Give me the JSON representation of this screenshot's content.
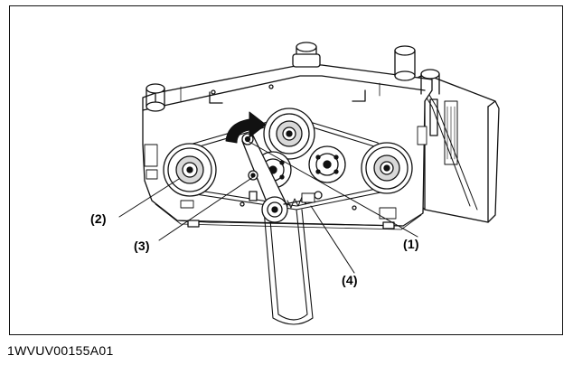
{
  "callouts": {
    "c1": "(1)",
    "c2": "(2)",
    "c3": "(3)",
    "c4": "(4)"
  },
  "figure_code": "1WVUV00155A01",
  "colors": {
    "line": "#111111",
    "fill": "#ffffff",
    "shade": "#d9d9d9"
  }
}
